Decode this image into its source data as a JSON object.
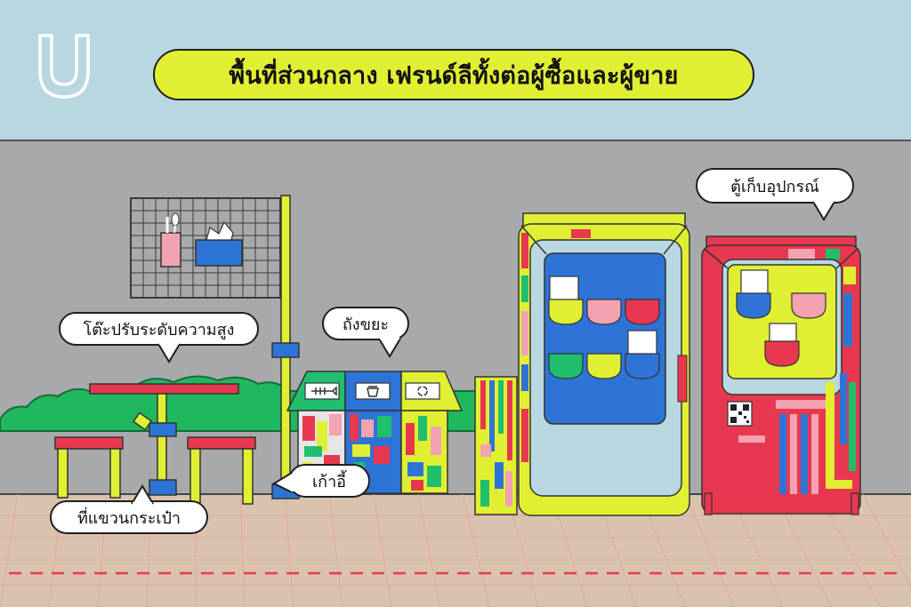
{
  "colors": {
    "sky": "#b9d7e0",
    "wall": "#a7a9ab",
    "floor": "#d9c3ae",
    "accent_yellow": "#e0ef32",
    "red": "#e8384f",
    "blue": "#2d74d6",
    "green": "#1fbf6e",
    "pink": "#f3a2b1",
    "bush": "#20b85f"
  },
  "title": "พื้นที่ส่วนกลาง เฟรนด์ลีทั้งต่อผู้ซื้อและผู้ขาย",
  "labels": {
    "table": "โต๊ะปรับระดับความสูง",
    "bins": "ถังขยะ",
    "chair": "เก้าอี้",
    "bag_hook": "ที่แขวนกระเป๋า",
    "locker": "ตู้เก็บอุปกรณ์"
  },
  "icons": [
    "logo-u-icon",
    "fish-bone-icon",
    "trash-bin-icon",
    "recycle-icon",
    "qr-code-icon",
    "utensils-icon",
    "tissue-box-icon"
  ]
}
